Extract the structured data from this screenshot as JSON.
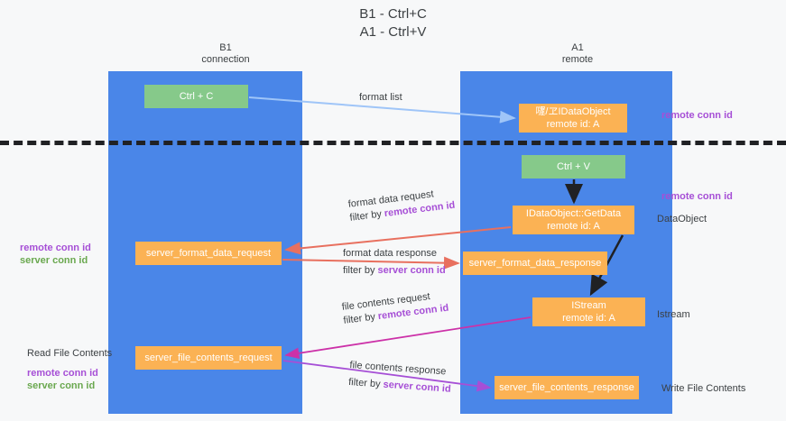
{
  "title": {
    "line1": "B1 - Ctrl+C",
    "line2": "A1 - Ctrl+V"
  },
  "columns": [
    {
      "id": "b1",
      "name": "B1",
      "subtitle": "connection"
    },
    {
      "id": "a1",
      "name": "A1",
      "subtitle": "remote"
    }
  ],
  "nodes": {
    "ctrl_c": {
      "label": "Ctrl + C",
      "color": "#86c98a"
    },
    "dataobject": {
      "label": "嚺/ヱIDataObject",
      "sub": "remote id: A",
      "color": "#fbb254"
    },
    "ctrl_v": {
      "label": "Ctrl + V",
      "color": "#86c98a"
    },
    "getdata": {
      "label": "IDataObject::GetData",
      "sub": "remote id: A",
      "color": "#fbb254"
    },
    "format_request": {
      "label": "server_format_data_request",
      "color": "#fbb254"
    },
    "format_response": {
      "label": "server_format_data_response",
      "color": "#fbb254"
    },
    "istream": {
      "label": "IStream",
      "sub": "remote id: A",
      "color": "#fbb254"
    },
    "file_request": {
      "label": "server_file_contents_request",
      "color": "#fbb254"
    },
    "file_response": {
      "label": "server_file_contents_response",
      "color": "#fbb254"
    }
  },
  "edges": [
    {
      "id": "format_list",
      "line1": "format list"
    },
    {
      "id": "format_data_req",
      "line1": "format data request",
      "line2_prefix": "filter by ",
      "line2_key": "remote conn id"
    },
    {
      "id": "format_data_resp",
      "line1": "format data response",
      "line2_prefix": "filter by ",
      "line2_key": "server conn id"
    },
    {
      "id": "file_contents_req",
      "line1": "file contents request",
      "line2_prefix": "filter by ",
      "line2_key": "remote conn id"
    },
    {
      "id": "file_contents_resp",
      "line1": "file contents response",
      "line2_prefix": "filter by ",
      "line2_key": "server conn id"
    }
  ],
  "annotations": {
    "remote_conn_id_top": "remote conn id",
    "remote_conn_id_mid": "remote conn id",
    "dataobject_label": "DataObject",
    "istream_label": "Istream",
    "write_file_contents": "Write File Contents",
    "read_file_contents": "Read File Contents",
    "left_remote_conn_id_1": "remote conn id",
    "left_server_conn_id_1": "server conn id",
    "left_remote_conn_id_2": "remote conn id",
    "left_server_conn_id_2": "server conn id"
  },
  "colors": {
    "lane": "#4a86e8",
    "green_node": "#86c98a",
    "orange_node": "#fbb254",
    "purple_text": "#a64fd6",
    "green_text": "#6aa84f",
    "arrow_blue": "#9fc5f8",
    "arrow_red": "#e8705f",
    "arrow_magenta": "#cc31a8",
    "arrow_purple": "#a64fd6",
    "arrow_black": "#202124",
    "divider": "#202124",
    "background": "#f7f8f9"
  }
}
